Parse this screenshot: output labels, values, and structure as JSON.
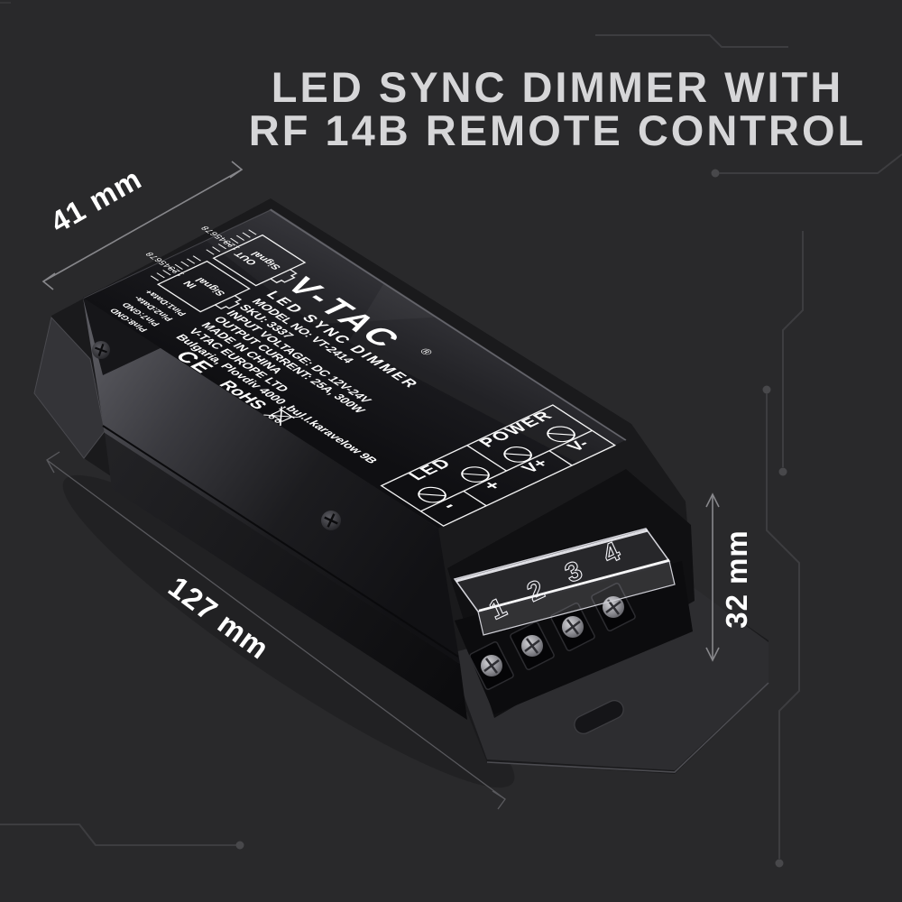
{
  "title": {
    "line1": "LED SYNC DIMMER WITH",
    "line2": "RF 14B REMOTE CONTROL"
  },
  "dimensions": {
    "width": "41 mm",
    "length": "127 mm",
    "height": "32 mm"
  },
  "device": {
    "brand": "V-TAC",
    "registered_mark": "®",
    "product_name": "LED SYNC DIMMER",
    "specs": [
      "MODEL NO: VT-2414",
      "SKU: 3337",
      "INPUT VOLTAGE: DC 12V-24V",
      "OUTPUT CURRENT: 25A, 300W",
      "MADE IN CHINA",
      "V-TAC EUROPE LTD",
      "Bulgaria, Plovdiv 4000 ,bul.l.karavelow 9B"
    ],
    "certifications": {
      "ce": "CE",
      "rohs": "RoHS"
    },
    "connectors": {
      "pin_row": "12345678",
      "signal": "Signal",
      "in": "IN",
      "out": "OUT",
      "pin_map": [
        "Pin1:Data+",
        "Pin2:Data-",
        "Pin7:GND",
        "Pin8:GND"
      ]
    },
    "terminal_table": {
      "sections": [
        {
          "name": "LED",
          "terminals": [
            "-",
            "+"
          ]
        },
        {
          "name": "POWER",
          "terminals": [
            "V+",
            "V-"
          ]
        }
      ]
    },
    "terminal_block_numbers": [
      "1",
      "2",
      "3",
      "4"
    ]
  },
  "colors": {
    "background": "#29292b",
    "title_text": "#d6d6d8",
    "dimension_text": "#ffffff",
    "print_text": "#ffffff",
    "circuit_trace": "#3d3d40"
  }
}
